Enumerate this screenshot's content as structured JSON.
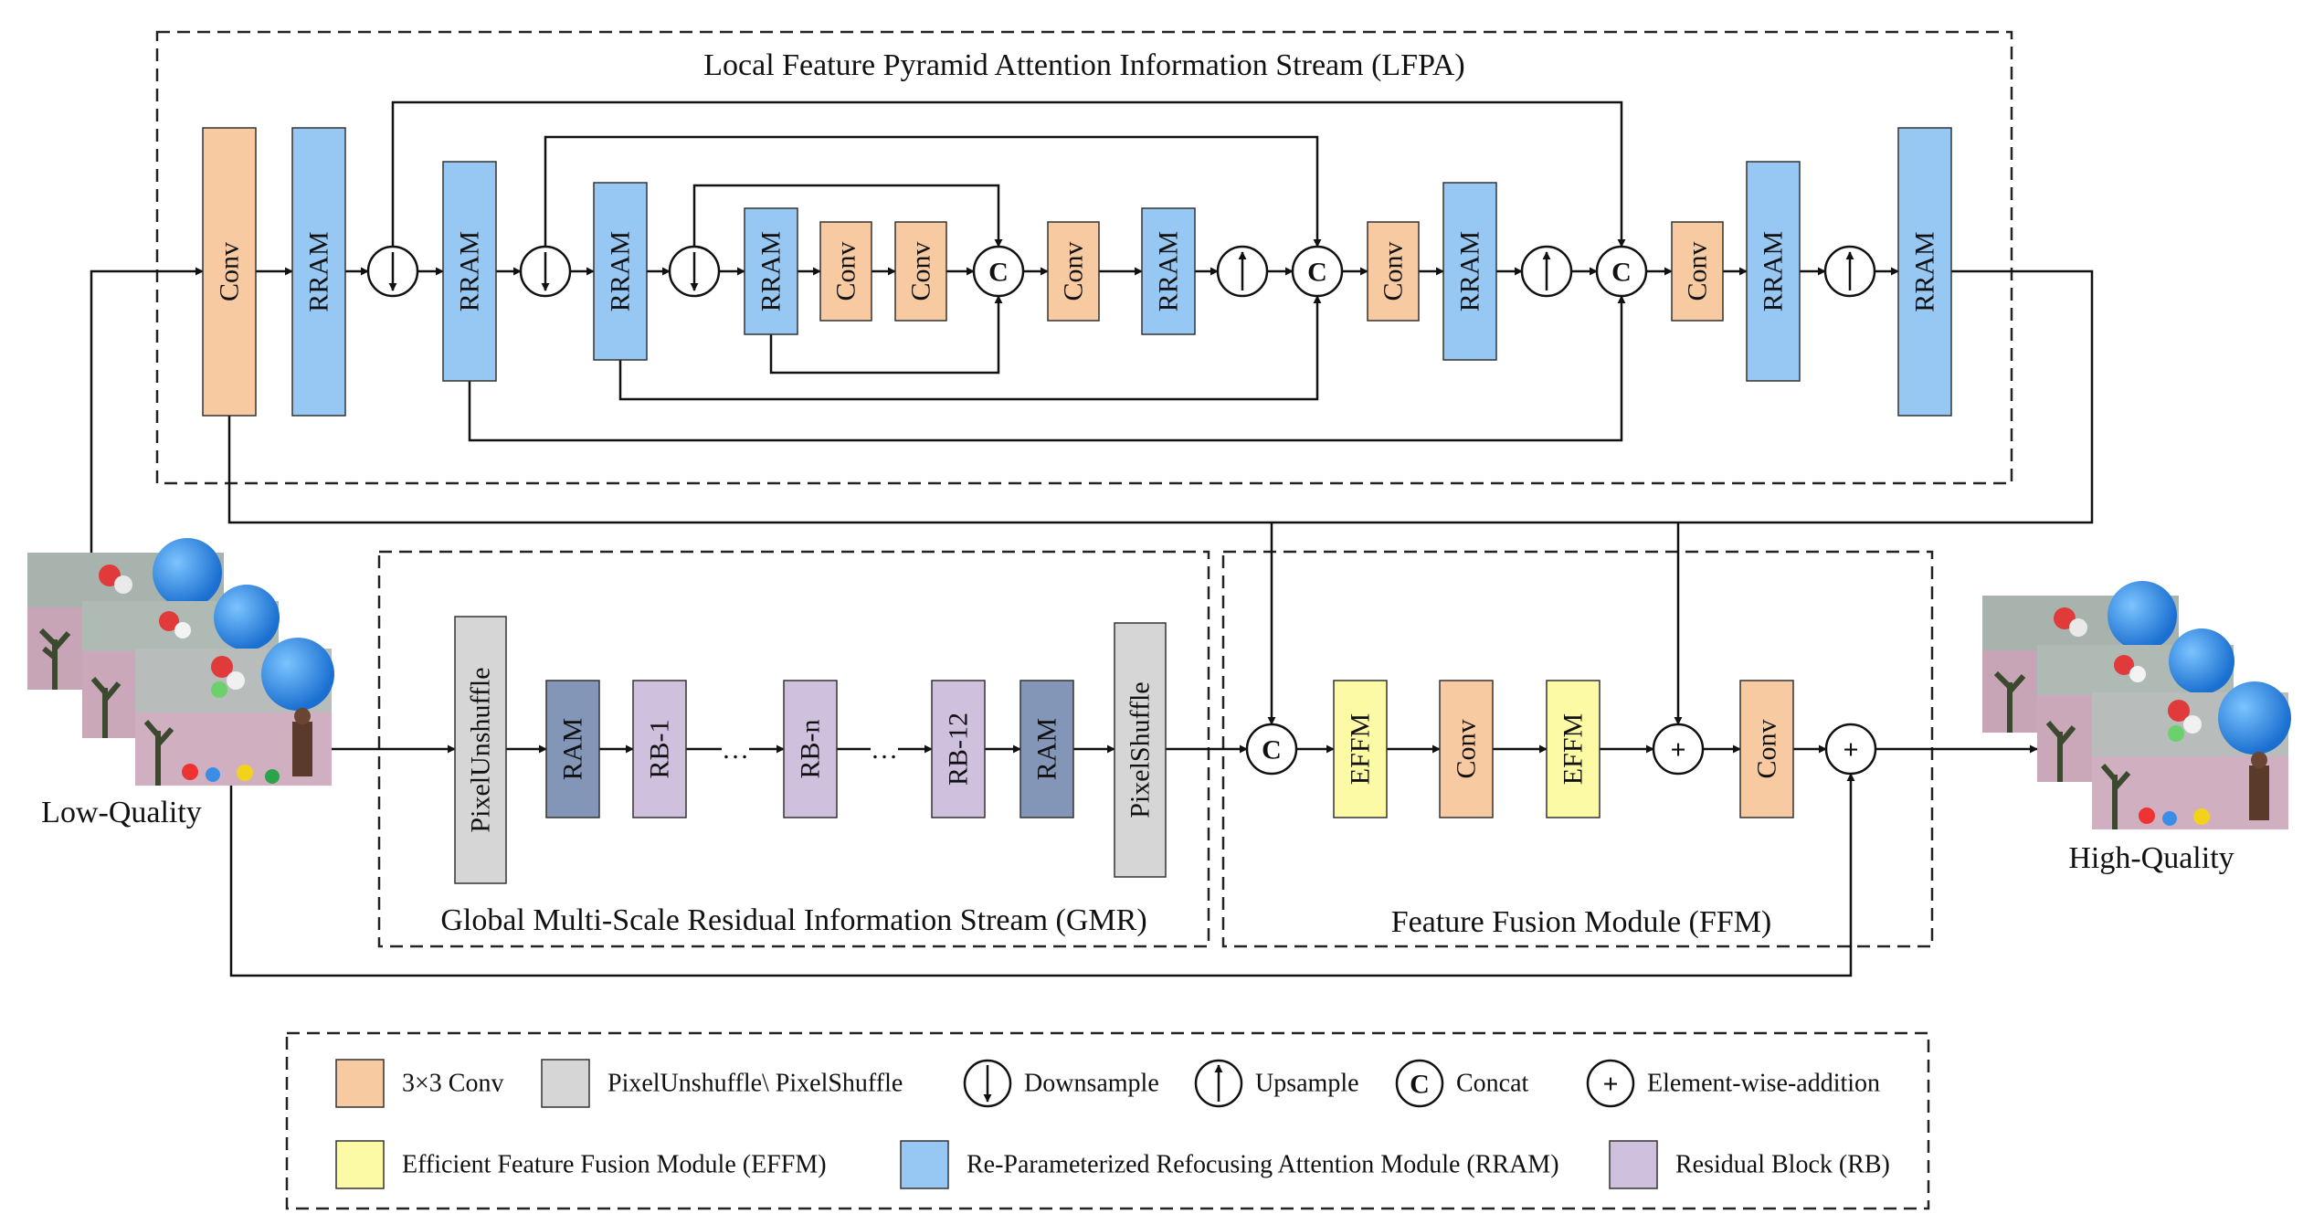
{
  "titles": {
    "lfpa": "Local Feature Pyramid Attention Information Stream (LFPA)",
    "gmr": "Global Multi-Scale Residual Information Stream (GMR)",
    "ffm": "Feature Fusion Module (FFM)"
  },
  "io": {
    "input_label": "Low-Quality",
    "output_label": "High-Quality"
  },
  "block_labels": {
    "conv": "Conv",
    "rram": "RRAM",
    "ram": "RAM",
    "rb1": "RB-1",
    "rbn": "RB-n",
    "rb12": "RB-12",
    "unshuffle": "PixelUnshuffle",
    "shuffle": "PixelShuffle",
    "effm": "EFFM"
  },
  "symbols": {
    "concat": "C",
    "add": "+"
  },
  "ellipsis": "…",
  "colors": {
    "conv": "#f7caa2",
    "rram": "#97c8f4",
    "ram": "#8496b8",
    "rb": "#cfc0de",
    "pixel": "#d6d6d6",
    "effm": "#fdfaa6",
    "line": "#111111"
  },
  "legend": [
    {
      "swatch": "conv",
      "label": "3×3 Conv"
    },
    {
      "swatch": "pixel",
      "label": "PixelUnshuffle\\ PixelShuffle"
    },
    {
      "swatch": "downsample-icon",
      "label": "Downsample"
    },
    {
      "swatch": "upsample-icon",
      "label": "Upsample"
    },
    {
      "swatch": "concat-icon",
      "label": "Concat"
    },
    {
      "swatch": "add-icon",
      "label": "Element-wise-addition"
    },
    {
      "swatch": "effm",
      "label": "Efficient Feature Fusion Module (EFFM)"
    },
    {
      "swatch": "rram",
      "label": "Re-Parameterized Refocusing Attention Module (RRAM)"
    },
    {
      "swatch": "rb",
      "label": "Residual Block (RB)"
    }
  ]
}
